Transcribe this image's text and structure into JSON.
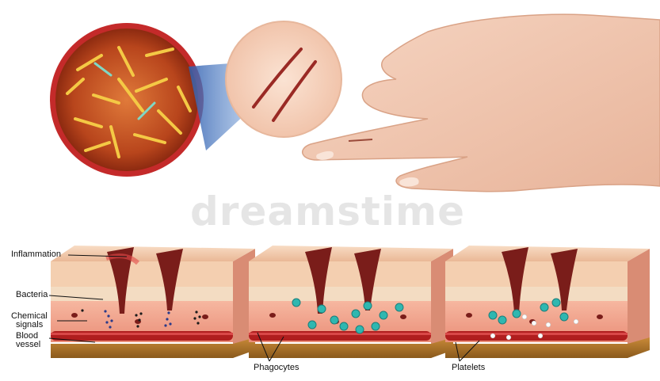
{
  "labels": {
    "inflammation": "Inflammation",
    "bacteria": "Bacteria",
    "chemical_signals_1": "Chemical",
    "chemical_signals_2": "signals",
    "blood_vessel_1": "Blood",
    "blood_vessel_2": "vessel",
    "phagocytes": "Phagocytes",
    "platelets": "Platelets"
  },
  "watermark": "dreamstime",
  "colors": {
    "bacteria_bg": "#b8451c",
    "bacteria_rod": "#f2c43a",
    "skin_top": "#f3c9a7",
    "dermis": "#f0a08a",
    "blood_vessel": "#b01e1e",
    "phagocyte": "#2fb7b0",
    "platelet": "#ffffff"
  },
  "icons": [
    "hand-illustration",
    "magnifier-circle",
    "bacteria-circle",
    "skin-block"
  ]
}
